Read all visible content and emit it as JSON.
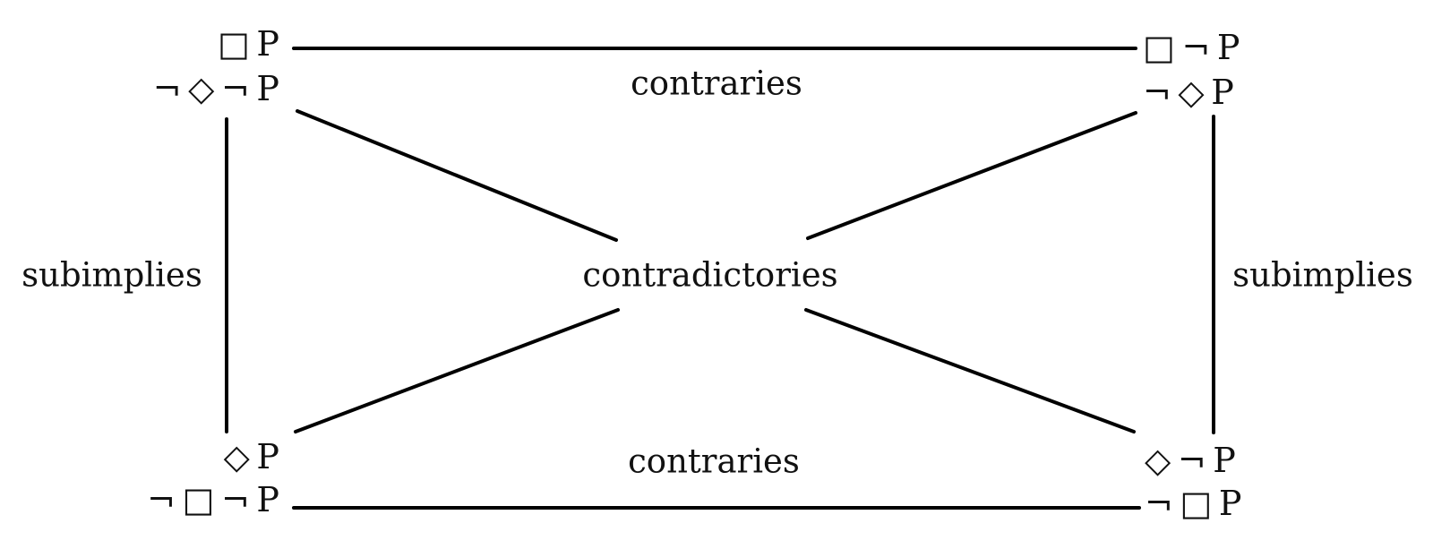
{
  "nodes": {
    "top_left": {
      "line1": "□ P",
      "line2": "¬ ◇ ¬ P"
    },
    "top_right": {
      "line1": "□ ¬ P",
      "line2": "¬ ◇ P"
    },
    "bottom_left": {
      "line1": "◇ P",
      "line2": "¬ □ ¬ P"
    },
    "bottom_right": {
      "line1": "◇ ¬ P",
      "line2": "¬ □ P"
    }
  },
  "relations": {
    "contraries_top": "contraries",
    "contraries_bottom": "contraries",
    "contradictories": "contradictories",
    "subimplies_left": "subimplies",
    "subimplies_right": "subimplies"
  },
  "colors": {
    "line": "#000000",
    "text": "#111111",
    "background": "#ffffff"
  }
}
